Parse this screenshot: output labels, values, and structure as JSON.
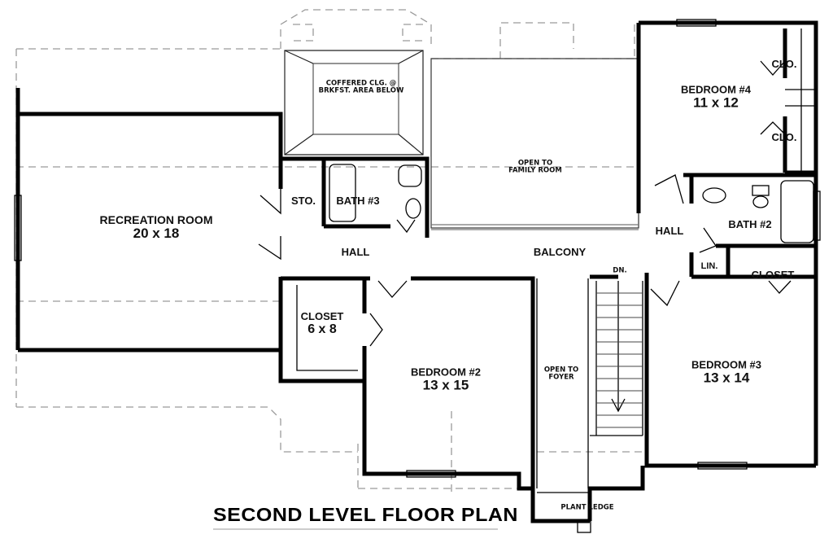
{
  "title": "SECOND LEVEL FLOOR PLAN",
  "rooms": {
    "recreation": {
      "name": "RECREATION ROOM",
      "size": "20 x 18"
    },
    "bedroom4": {
      "name": "BEDROOM #4",
      "size": "11 x 12"
    },
    "bedroom2": {
      "name": "BEDROOM #2",
      "size": "13 x 15"
    },
    "bedroom3": {
      "name": "BEDROOM #3",
      "size": "13 x 14"
    },
    "closet_big": {
      "name": "CLOSET",
      "size": "6 x 8"
    },
    "closet_b3": {
      "name": "CLOSET"
    },
    "clo_top": {
      "name": "CLO."
    },
    "clo_bottom": {
      "name": "CLO."
    },
    "sto": {
      "name": "STO."
    },
    "bath3": {
      "name": "BATH #3"
    },
    "bath2": {
      "name": "BATH #2"
    },
    "lin": {
      "name": "LIN."
    },
    "hall_left": {
      "name": "HALL"
    },
    "hall_right": {
      "name": "HALL"
    },
    "balcony": {
      "name": "BALCONY"
    }
  },
  "notes": {
    "coffered_line1": "COFFERED CLG. @",
    "coffered_line2": "BRKFST. AREA BELOW",
    "open_family_line1": "OPEN TO",
    "open_family_line2": "FAMILY ROOM",
    "open_foyer_line1": "OPEN TO",
    "open_foyer_line2": "FOYER",
    "stair_dn": "DN.",
    "plant_ledge": "PLANT LEDGE"
  }
}
